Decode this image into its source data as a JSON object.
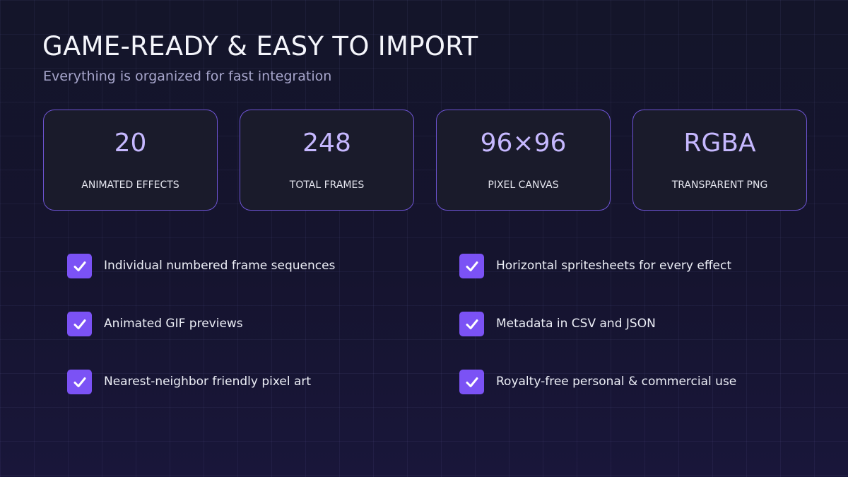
{
  "header": {
    "title": "GAME-READY & EASY TO IMPORT",
    "subtitle": "Everything is organized for fast integration"
  },
  "stats": [
    {
      "value": "20",
      "label": "ANIMATED EFFECTS"
    },
    {
      "value": "248",
      "label": "TOTAL FRAMES"
    },
    {
      "value": "96×96",
      "label": "PIXEL CANVAS"
    },
    {
      "value": "RGBA",
      "label": "TRANSPARENT PNG"
    }
  ],
  "features": [
    {
      "text": "Individual numbered frame sequences",
      "icon": "checkmark-icon"
    },
    {
      "text": "Horizontal spritesheets for every effect",
      "icon": "checkmark-icon"
    },
    {
      "text": "Animated GIF previews",
      "icon": "checkmark-icon"
    },
    {
      "text": "Metadata in CSV and JSON",
      "icon": "checkmark-icon"
    },
    {
      "text": "Nearest-neighbor friendly pixel art",
      "icon": "checkmark-icon"
    },
    {
      "text": "Royalty-free personal & commercial use",
      "icon": "checkmark-icon"
    }
  ],
  "colors": {
    "background": "#13132a",
    "accent": "#7b52f5",
    "card_border": "#6e54d4",
    "stat_value": "#c6b8ff"
  }
}
